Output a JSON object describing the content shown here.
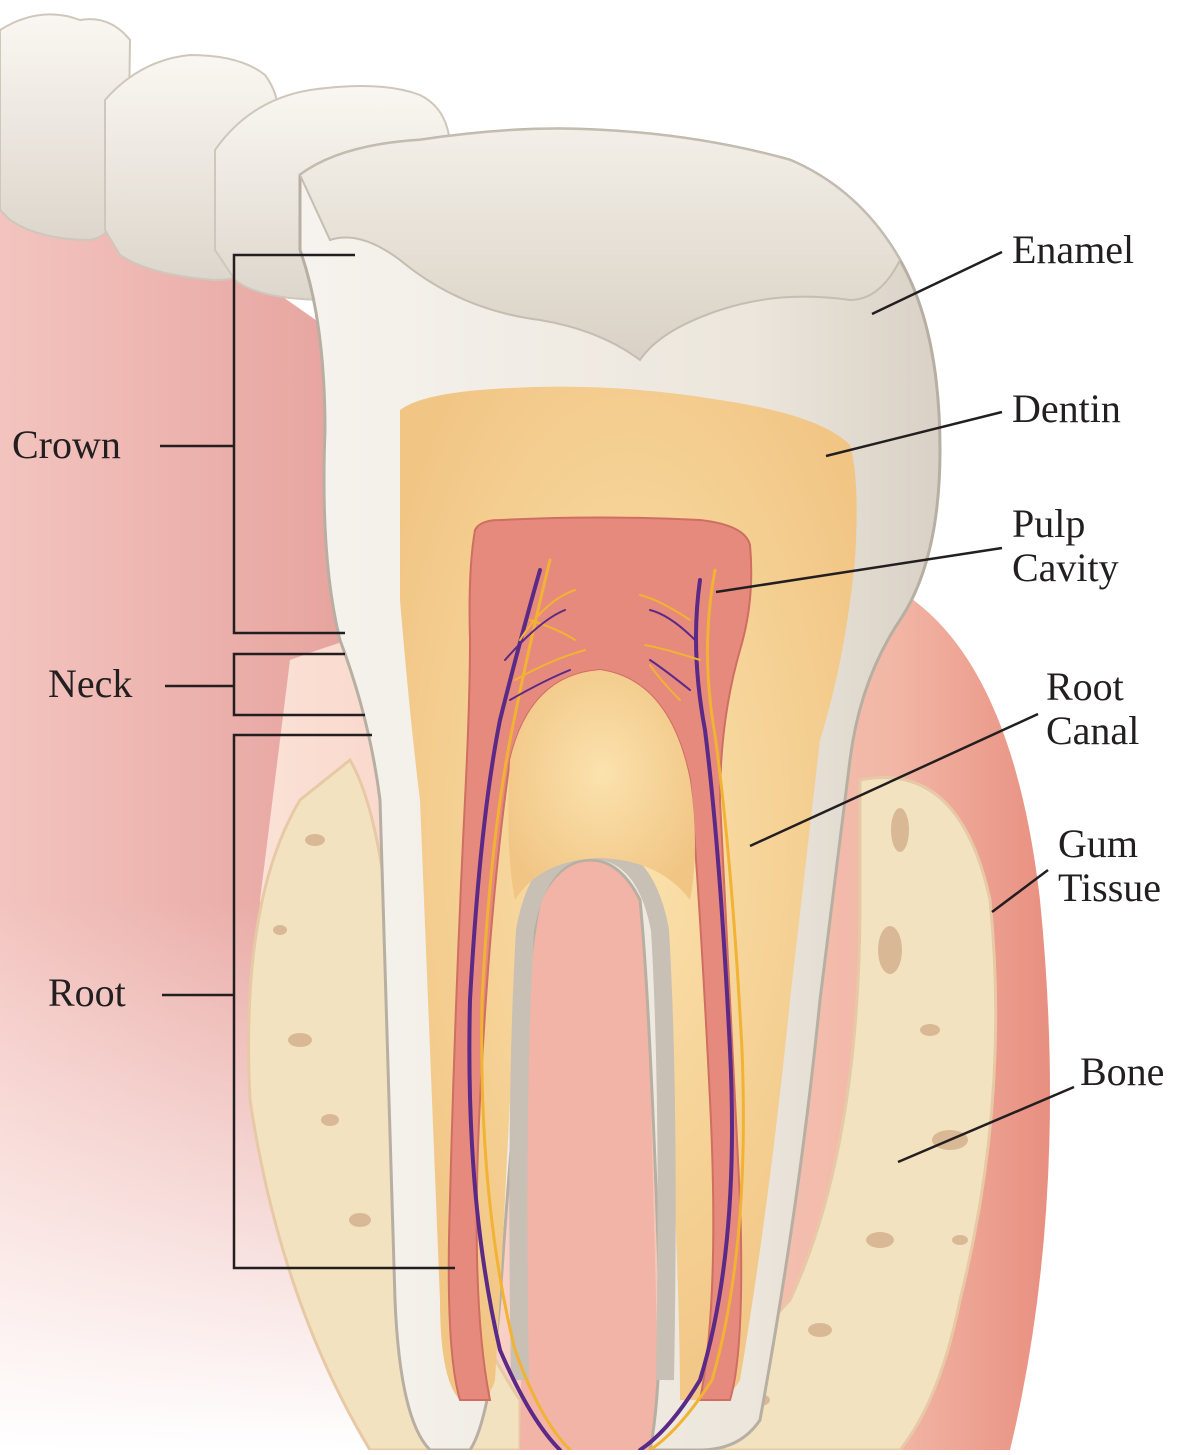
{
  "labels": {
    "crown": "Crown",
    "neck": "Neck",
    "root": "Root",
    "enamel": "Enamel",
    "dentin": "Dentin",
    "pulp_cavity": [
      "Pulp",
      "Cavity"
    ],
    "root_canal": [
      "Root",
      "Canal"
    ],
    "gum_tissue": [
      "Gum",
      "Tissue"
    ],
    "bone": "Bone"
  },
  "colors": {
    "enamel": "#ece7df",
    "dentin": "#f3cd8f",
    "pulp": "#e58a7d",
    "gum": "#f0a99c",
    "bone": "#f3e2bf",
    "nerve": "#5a2a86",
    "vessel": "#f2b233",
    "leader": "#231f20"
  }
}
